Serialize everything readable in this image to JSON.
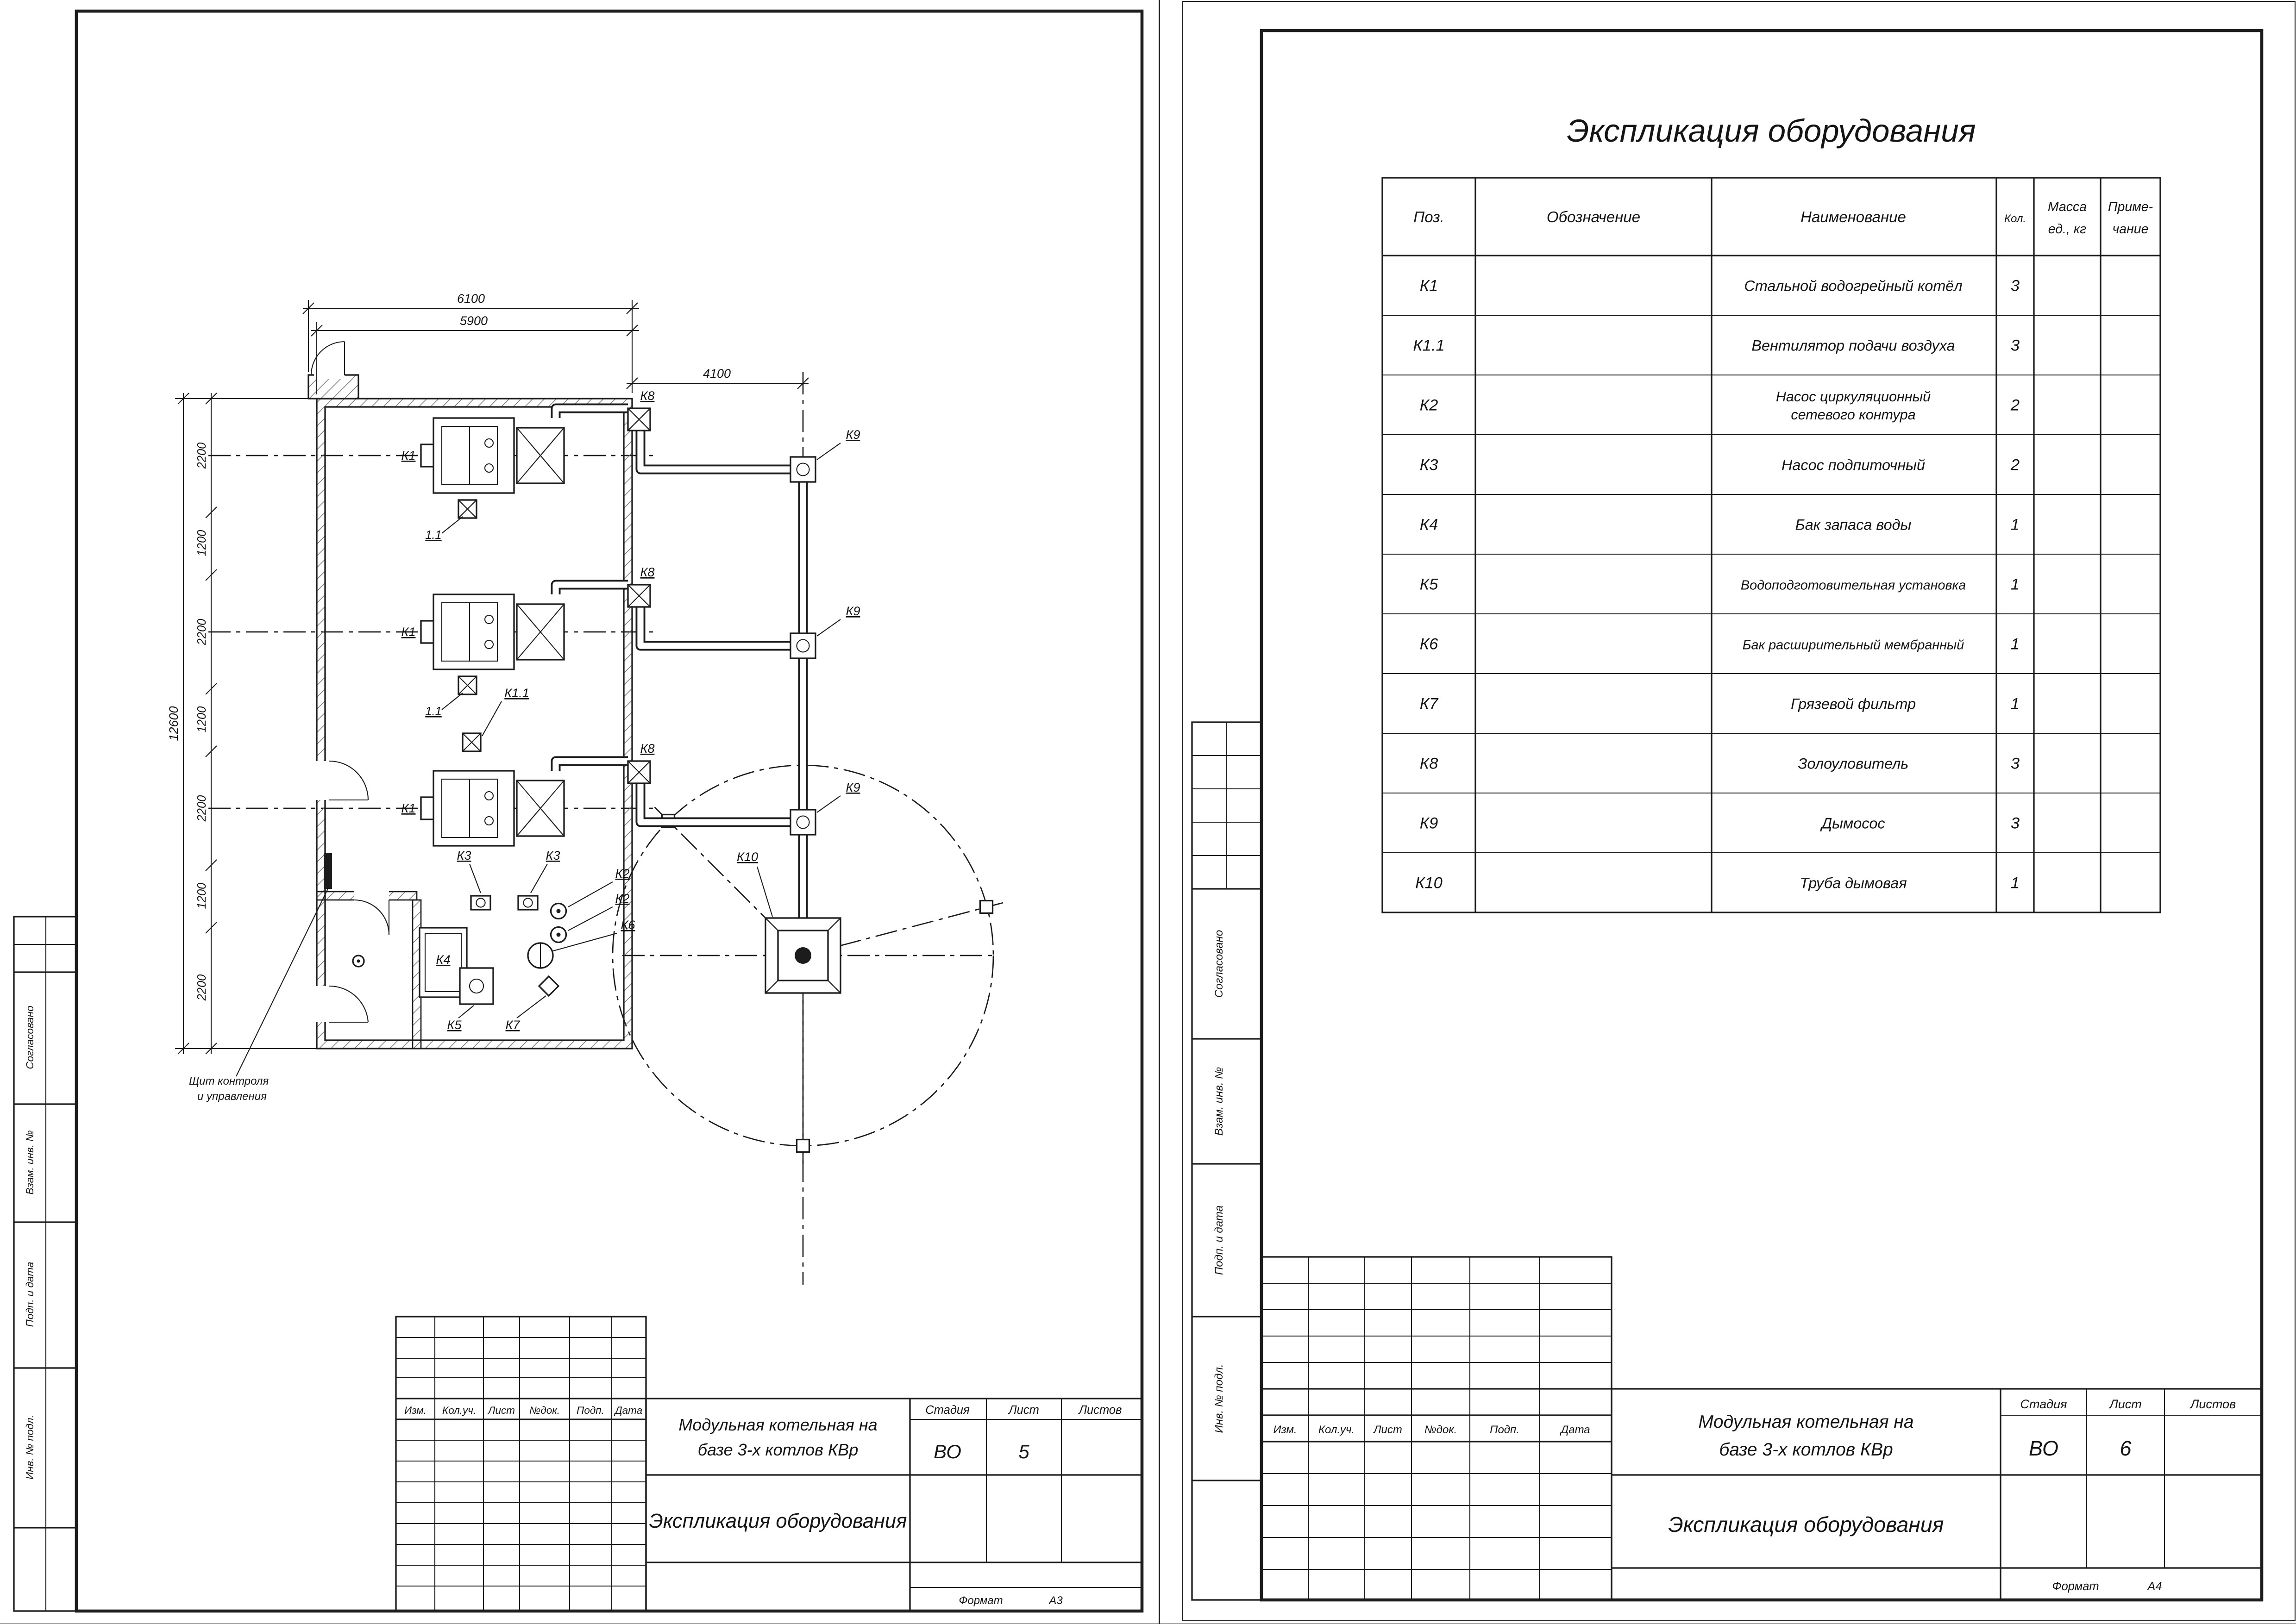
{
  "doc": {
    "left": {
      "plan": {
        "dims": {
          "w_outer": "6100",
          "w_inner": "5900",
          "flue": "4100",
          "total": "12600",
          "v": [
            "2200",
            "1200",
            "2200",
            "1200",
            "2200",
            "1200",
            "2200"
          ]
        },
        "labels": {
          "k1": "К1",
          "k11_short": "1.1",
          "k11": "К1.1",
          "k2": "К2",
          "k3": "К3",
          "k4": "К4",
          "k5": "К5",
          "k6": "К6",
          "k7": "К7",
          "k8": "К8",
          "k9": "К9",
          "k10": "К10",
          "panel_l1": "Щит контроля",
          "panel_l2": "и управления"
        }
      },
      "tb": {
        "cols": [
          "Изм.",
          "Кол.уч.",
          "Лист",
          "№док.",
          "Подп.",
          "Дата"
        ],
        "project_l1": "Модульная котельная на",
        "project_l2": "базе 3-х котлов КВр",
        "doc_title": "Экспликация оборудования",
        "stage_label": "Стадия",
        "sheet_label": "Лист",
        "sheets_label": "Листов",
        "stage": "ВО",
        "sheet": "5",
        "format_label": "Формат",
        "format": "А3"
      },
      "side": [
        "Согласовано",
        "Взам. инв. №",
        "Подп. и дата",
        "Инв. № подл."
      ]
    },
    "right": {
      "title": "Экспликация оборудования",
      "table": {
        "h_pos": "Поз.",
        "h_design": "Обозначение",
        "h_name": "Наименование",
        "h_qty": "Кол.",
        "h_mass_l1": "Масса",
        "h_mass_l2": "ед., кг",
        "h_note_l1": "Приме-",
        "h_note_l2": "чание",
        "rows": [
          {
            "pos": "К1",
            "name": "Стальной водогрейный котёл",
            "qty": "3"
          },
          {
            "pos": "К1.1",
            "name": "Вентилятор подачи воздуха",
            "qty": "3"
          },
          {
            "pos": "К2",
            "name": "Насос циркуляционный",
            "name2": "сетевого контура",
            "qty": "2"
          },
          {
            "pos": "К3",
            "name": "Насос подпиточный",
            "qty": "2"
          },
          {
            "pos": "К4",
            "name": "Бак запаса воды",
            "qty": "1"
          },
          {
            "pos": "К5",
            "name": "Водоподготовительная установка",
            "qty": "1"
          },
          {
            "pos": "К6",
            "name": "Бак расширительный мембранный",
            "qty": "1"
          },
          {
            "pos": "К7",
            "name": "Грязевой фильтр",
            "qty": "1"
          },
          {
            "pos": "К8",
            "name": "Золоуловитель",
            "qty": "3"
          },
          {
            "pos": "К9",
            "name": "Дымосос",
            "qty": "3"
          },
          {
            "pos": "К10",
            "name": "Труба дымовая",
            "qty": "1"
          }
        ]
      },
      "tb": {
        "cols": [
          "Изм.",
          "Кол.уч.",
          "Лист",
          "№док.",
          "Подп.",
          "Дата"
        ],
        "project_l1": "Модульная котельная на",
        "project_l2": "базе 3-х котлов КВр",
        "doc_title": "Экспликация оборудования",
        "stage_label": "Стадия",
        "sheet_label": "Лист",
        "sheets_label": "Листов",
        "stage": "ВО",
        "sheet": "6",
        "format_label": "Формат",
        "format": "А4"
      },
      "side": [
        "Согласовано",
        "Взам. инв. №",
        "Подп. и дата",
        "Инв. № подл."
      ]
    }
  }
}
